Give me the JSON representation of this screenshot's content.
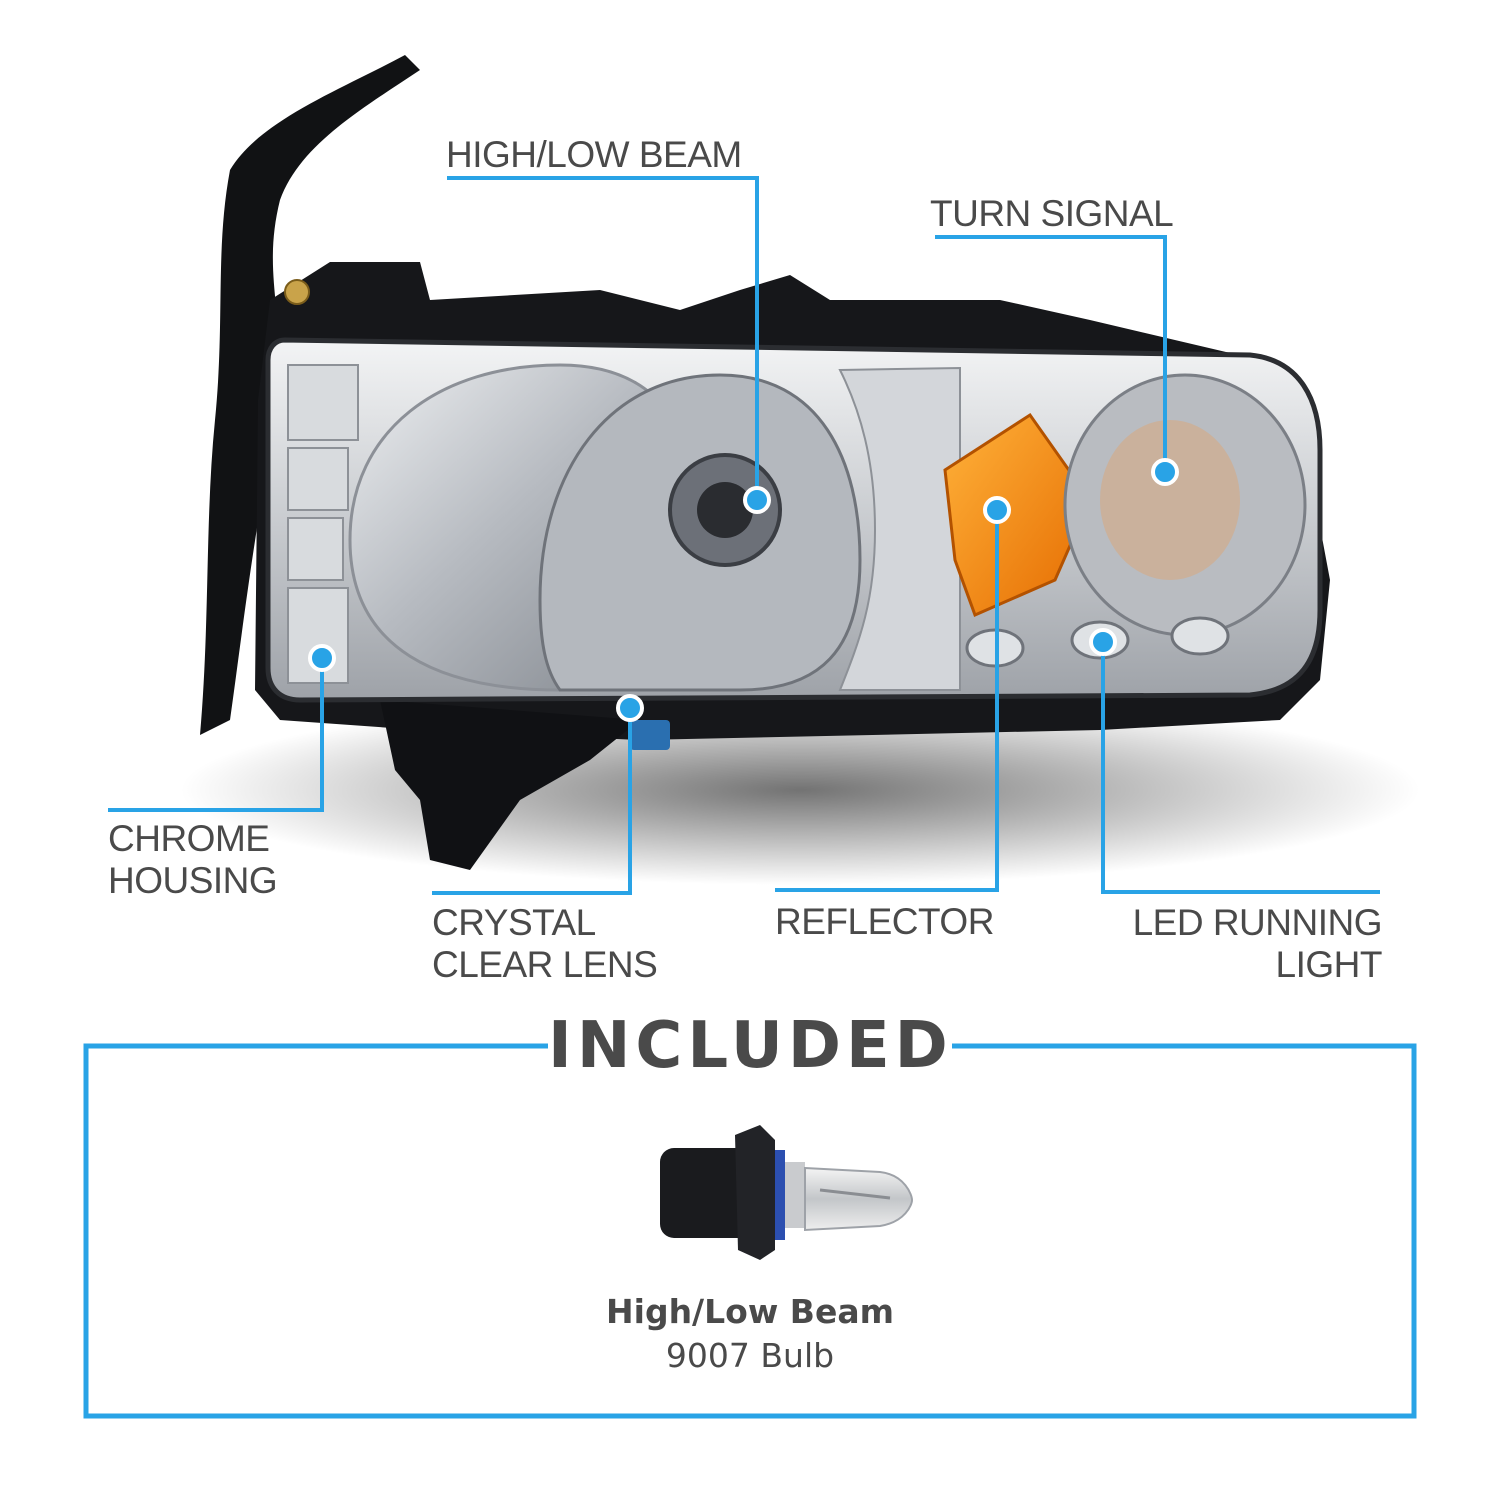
{
  "accent_color": "#29a3e6",
  "callouts": {
    "high_low_beam": "HIGH/LOW BEAM",
    "turn_signal": "TURN SIGNAL",
    "chrome_housing": [
      "CHROME",
      "HOUSING"
    ],
    "crystal_clear_lens": [
      "CRYSTAL",
      "CLEAR LENS"
    ],
    "reflector": "REFLECTOR",
    "led_running_light": [
      "LED RUNNING",
      "LIGHT"
    ]
  },
  "included": {
    "heading": "INCLUDED",
    "bulb_name": "High/Low Beam",
    "bulb_type": "9007 Bulb"
  }
}
